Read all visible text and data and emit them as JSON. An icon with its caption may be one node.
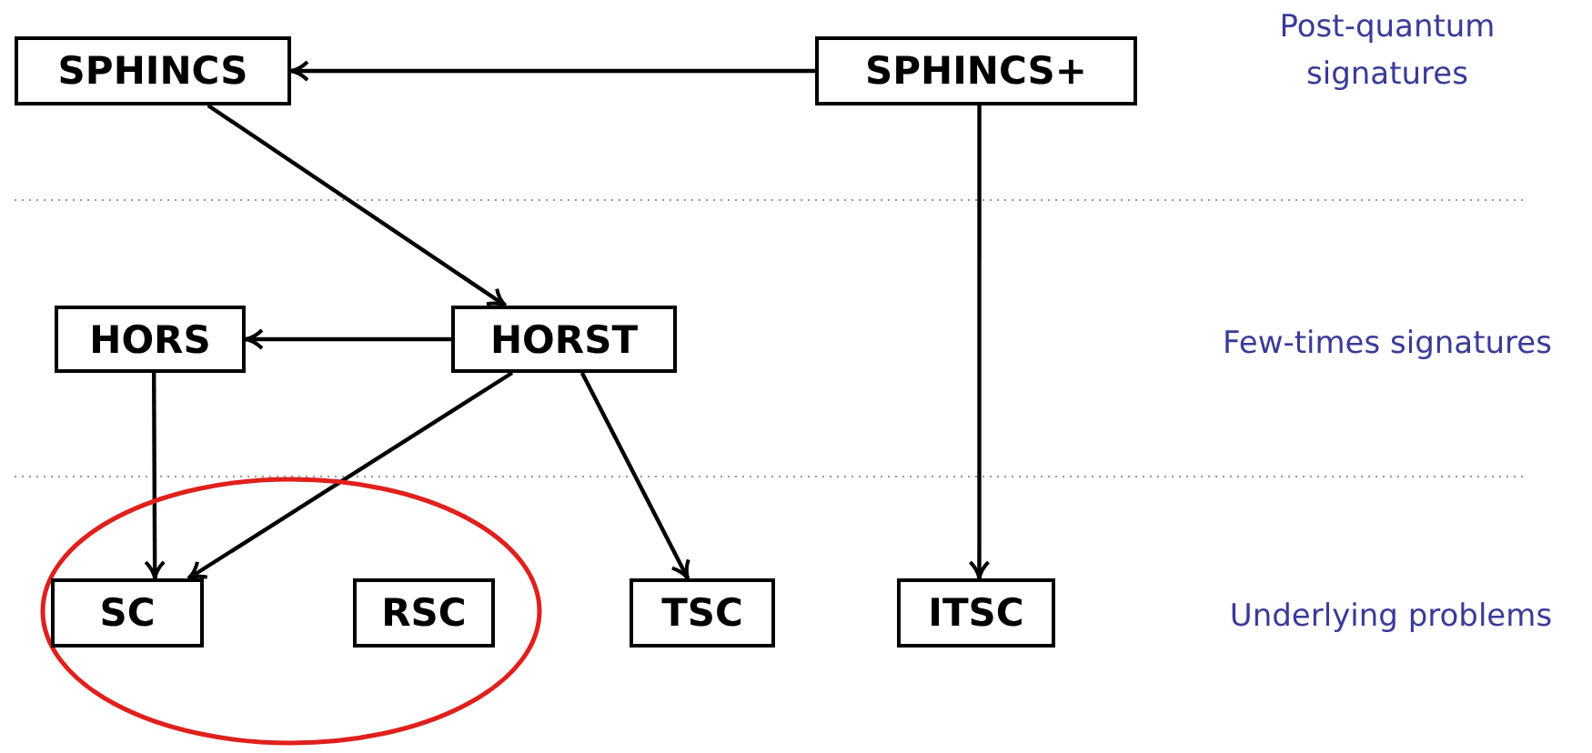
{
  "diagram": {
    "nodes": [
      {
        "text": [
          "SPHINCS"
        ]
      },
      {
        "text": [
          "SPHINCS+"
        ]
      },
      {
        "text": [
          "HORS"
        ]
      },
      {
        "text": [
          "HORST"
        ]
      },
      {
        "text": [],
        "shape": "ellipse"
      },
      {
        "text": [
          "SC"
        ],
        "in": 4
      },
      {
        "text": [
          "RSC"
        ],
        "in": 4
      },
      {
        "text": [
          "TSC"
        ]
      },
      {
        "text": [
          "ITSC"
        ]
      }
    ],
    "edges": [
      {
        "from": 1,
        "to": 0,
        "arrow": "to"
      },
      {
        "from": 0,
        "to": 3,
        "arrow": "to"
      },
      {
        "from": 3,
        "to": 2,
        "arrow": "to"
      },
      {
        "from": 2,
        "to": 5,
        "arrow": "to"
      },
      {
        "from": 3,
        "to": 5,
        "arrow": "to"
      },
      {
        "from": 3,
        "to": 7,
        "arrow": "to"
      },
      {
        "from": 1,
        "to": 8,
        "arrow": "to"
      }
    ],
    "labels": [
      "Post-quantum signatures",
      "Few-times signatures",
      "Underlying problems"
    ]
  }
}
